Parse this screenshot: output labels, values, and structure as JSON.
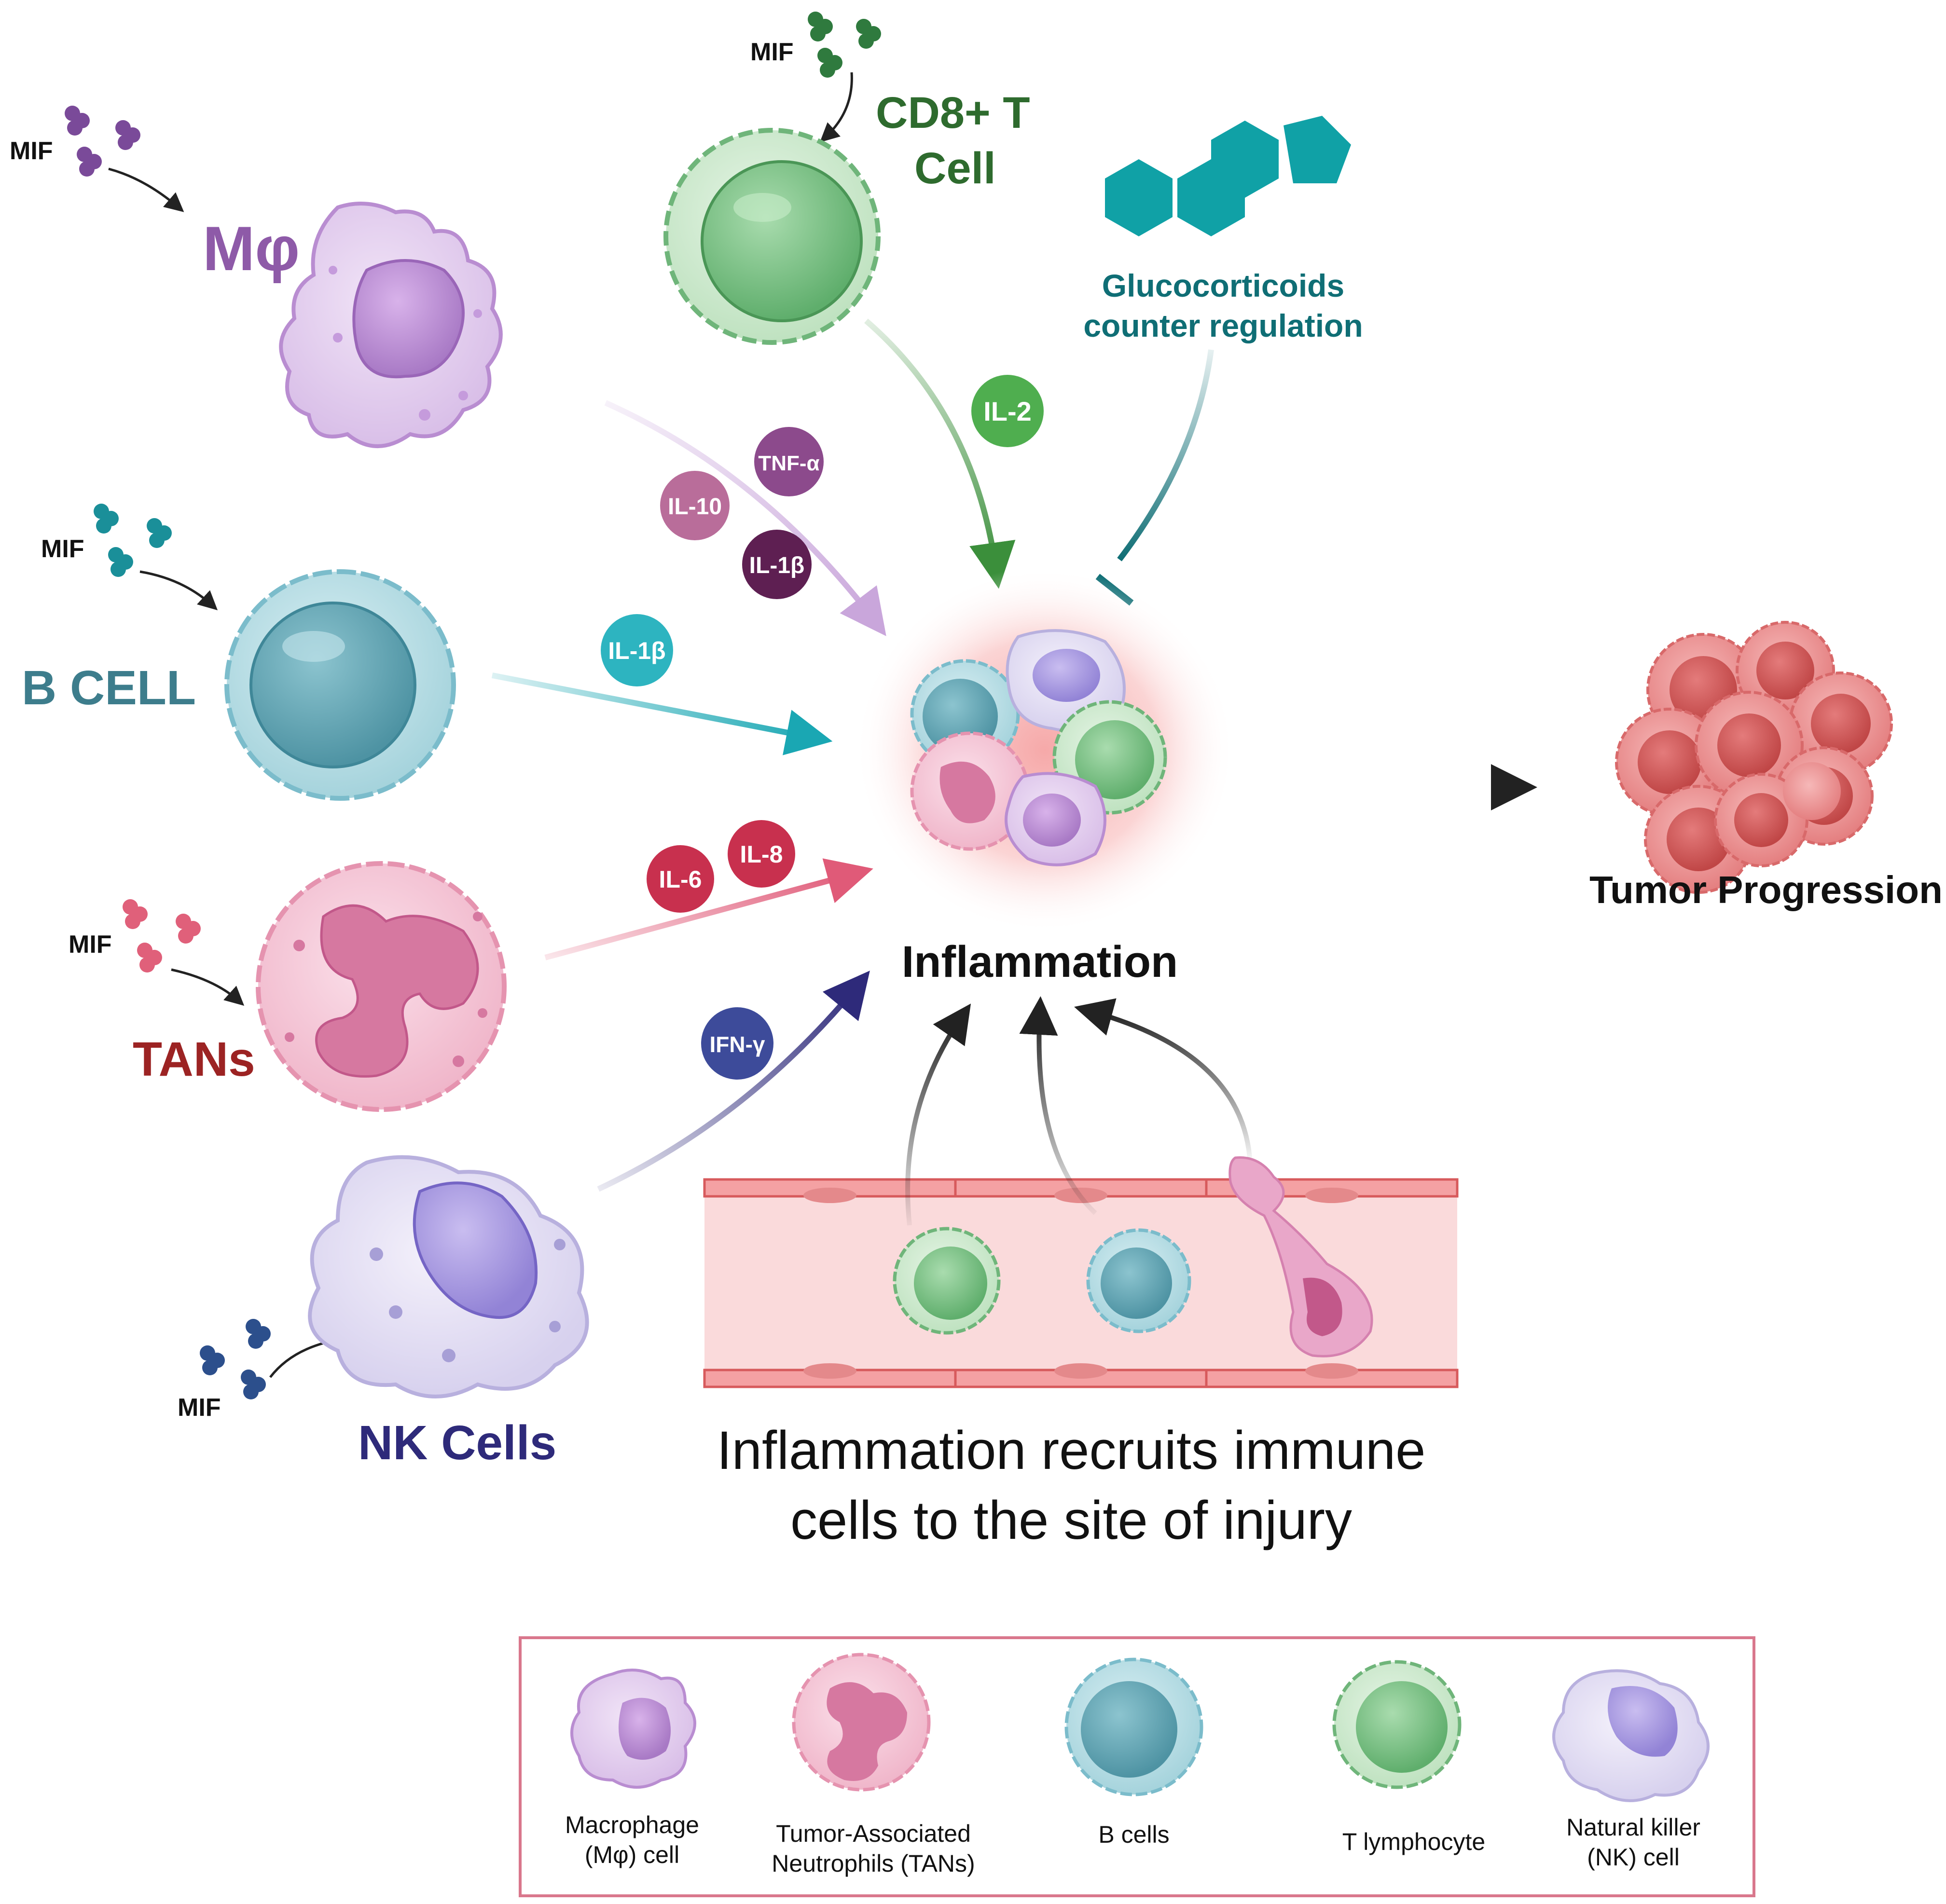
{
  "labels": {
    "mif_macrophage": "MIF",
    "mif_cd8": "MIF",
    "mif_bcell": "MIF",
    "mif_tans": "MIF",
    "mif_nk": "MIF",
    "macrophage": "Mφ",
    "cd8_line1": "CD8+ T",
    "cd8_line2": "Cell",
    "bcell": "B CELL",
    "tans": "TANs",
    "nk": "NK Cells",
    "gluco_line1": "Glucocorticoids",
    "gluco_line2": "counter regulation",
    "inflammation": "Inflammation",
    "tumor": "Tumor Progression",
    "recruit_line1": "Inflammation recruits immune",
    "recruit_line2": "cells to the site of injury"
  },
  "cytokines": {
    "il2": "IL-2",
    "tnf": "TNF-α",
    "il10": "IL-10",
    "il1b_mac": "IL-1β",
    "il1b_b": "IL-1β",
    "il6": "IL-6",
    "il8": "IL-8",
    "ifng": "IFN-γ"
  },
  "legend": {
    "macrophage_l1": "Macrophage",
    "macrophage_l2": "(Mφ) cell",
    "tans_l1": "Tumor-Associated",
    "tans_l2": "Neutrophils (TANs)",
    "bcells": "B cells",
    "tlymph": "T lymphocyte",
    "nk_l1": "Natural killer",
    "nk_l2": "(NK) cell"
  },
  "colors": {
    "macrophage": "#8e5aa8",
    "cd8": "#2e6b2e",
    "bcell": "#3d7d8c",
    "tans": "#9c2323",
    "nk": "#2e2a7a",
    "gluco": "#0f6e75",
    "legend_border": "#d9778c"
  }
}
